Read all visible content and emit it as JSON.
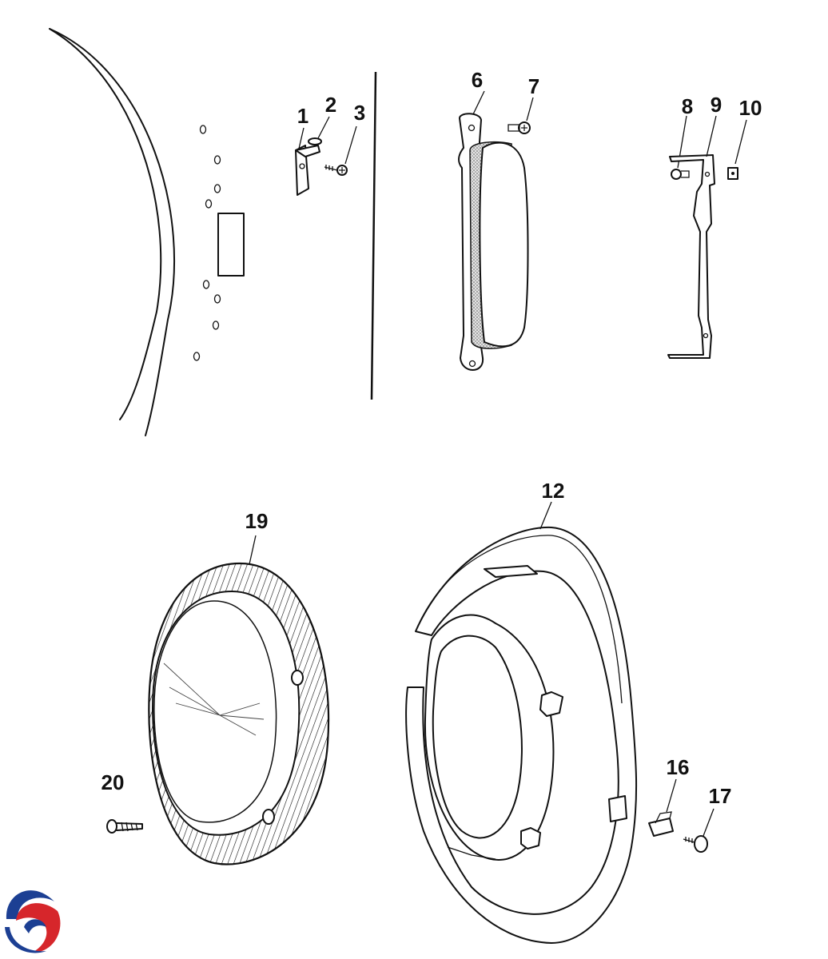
{
  "diagram": {
    "labels": {
      "p1": "1",
      "p2": "2",
      "p3": "3",
      "p6": "6",
      "p7": "7",
      "p8": "8",
      "p9": "9",
      "p10": "10",
      "p12": "12",
      "p16": "16",
      "p17": "17",
      "p19": "19",
      "p20": "20"
    }
  },
  "colors": {
    "ink": "#111111",
    "logo_blue": "#1c3f93",
    "logo_red": "#d6262b",
    "gasket_shade": "#c9c9c9"
  },
  "icons": {
    "logo": "swirl-logo-icon"
  }
}
